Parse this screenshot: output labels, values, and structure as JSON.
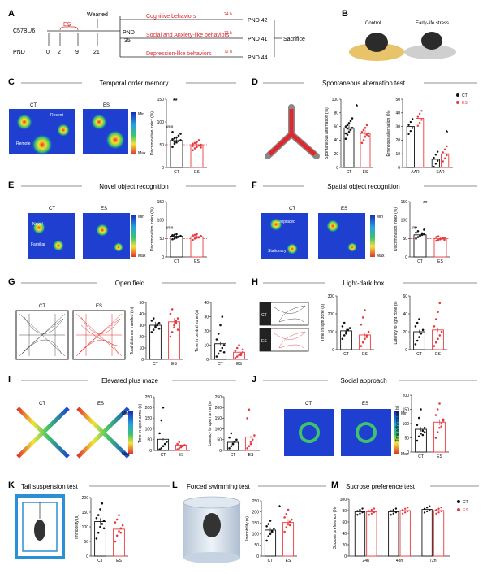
{
  "panels": {
    "A": {
      "letter": "A",
      "strain": "C57BL/6",
      "pnd": "PND",
      "es": "ES",
      "weaned": "Weaned",
      "pnd35": "PND",
      "pnd35b": "35",
      "ticks": [
        "0",
        "2",
        "9",
        "21"
      ],
      "branches": [
        {
          "label": "Cognitive behaviors",
          "delay": "24 h",
          "end": "PND 42"
        },
        {
          "label": "Social and Anxiety-like behaviors",
          "delay": "72 h",
          "end": "PND 41"
        },
        {
          "label": "Depression-like behaviors",
          "delay": "72 h",
          "end": "PND 44"
        }
      ],
      "sacrifice": "Sacrifice"
    },
    "B": {
      "letter": "B",
      "control": "Control",
      "stress": "Early-life stress"
    },
    "C": {
      "letter": "C",
      "title": "Temporal order memory",
      "ct": "CT",
      "es": "ES",
      "recent": "Recent",
      "remote": "Remote",
      "min": "Min",
      "max": "Max",
      "sig": "**",
      "hash": "###",
      "ylabel": "Discrimination index (%)",
      "yticks": [
        "0",
        "50",
        "100",
        "150"
      ]
    },
    "D": {
      "letter": "D",
      "title": "Spontaneous alternation test",
      "sig1": "*",
      "sig2": "*",
      "ylabel1": "Spontaneous alternation (%)",
      "ylabel2": "Erroneous alternation (%)",
      "yticks1": [
        "0",
        "20",
        "40",
        "60",
        "80",
        "100"
      ],
      "yticks2": [
        "0",
        "10",
        "20",
        "30",
        "40",
        "50"
      ],
      "aar": "AAR",
      "sar": "SAR",
      "legend_ct": "CT",
      "legend_es": "ES"
    },
    "E": {
      "letter": "E",
      "title": "Novel object recognition",
      "novel": "Novel",
      "familiar": "Familiar",
      "hash": "###",
      "ylabel": "Discrimination index (%)",
      "yticks": [
        "0",
        "50",
        "100",
        "150"
      ]
    },
    "F": {
      "letter": "F",
      "title": "Spatial object recognition",
      "displaced": "Displaced",
      "stationary": "Stationary",
      "hash": "##",
      "sig": "**",
      "ylabel": "Discrimination index (%)",
      "yticks": [
        "0",
        "50",
        "100",
        "150"
      ]
    },
    "G": {
      "letter": "G",
      "title": "Open field",
      "ylabel1": "Total distance traveled (m)",
      "ylabel2": "Time in central zone (s)",
      "yticks1": [
        "0",
        "10",
        "20",
        "30",
        "40",
        "50"
      ],
      "yticks2": [
        "0",
        "10",
        "20",
        "30",
        "40"
      ]
    },
    "H": {
      "letter": "H",
      "title": "Light-dark box",
      "ylabel1": "Time in light zone (s)",
      "ylabel2": "Latency to light zone (s)",
      "yticks1": [
        "0",
        "100",
        "200",
        "300"
      ],
      "yticks2": [
        "0",
        "20",
        "40",
        "60"
      ]
    },
    "I": {
      "letter": "I",
      "title": "Elevated plus maze",
      "ylabel1": "Time in open arms (s)",
      "ylabel2": "Latency to open arms (s)",
      "yticks1": [
        "0",
        "50",
        "100",
        "150",
        "200",
        "250"
      ],
      "yticks2": [
        "0",
        "50",
        "100",
        "150",
        "200",
        "250"
      ]
    },
    "J": {
      "letter": "J",
      "title": "Social approach",
      "ylabel": "Time with mouse (s)",
      "yticks": [
        "0",
        "50",
        "100",
        "150",
        "200"
      ]
    },
    "K": {
      "letter": "K",
      "title": "Tail suspension test",
      "ylabel": "Immobility (s)",
      "yticks": [
        "0",
        "50",
        "100",
        "150",
        "200"
      ]
    },
    "L": {
      "letter": "L",
      "title": "Forced swimming test",
      "sig": "*",
      "ylabel": "Immobility (s)",
      "yticks": [
        "0",
        "50",
        "100",
        "150",
        "200",
        "250"
      ]
    },
    "M": {
      "letter": "M",
      "title": "Sucrose preference test",
      "ylabel": "Sucrose preference (%)",
      "yticks": [
        "0",
        "20",
        "40",
        "60",
        "80",
        "100"
      ],
      "groups": [
        "24h",
        "48h",
        "72h"
      ],
      "legend_ct": "CT",
      "legend_es": "ES"
    }
  },
  "colors": {
    "ct": "#111111",
    "es": "#e8393f",
    "accent_red": "#d9262b"
  },
  "chart_data": [
    {
      "panel": "C",
      "type": "bar",
      "categories": [
        "CT",
        "ES"
      ],
      "values": [
        59,
        50
      ],
      "ylim": [
        0,
        150
      ],
      "ylabel": "Discrimination index (%)",
      "chance_line": 50,
      "points": [
        [
          45,
          52,
          55,
          58,
          60,
          62,
          64,
          66,
          70,
          74,
          78,
          56
        ],
        [
          38,
          42,
          45,
          48,
          50,
          52,
          54,
          56,
          60,
          44,
          47
        ]
      ]
    },
    {
      "panel": "D1",
      "type": "bar",
      "categories": [
        "CT",
        "ES"
      ],
      "values": [
        58,
        50
      ],
      "ylim": [
        0,
        100
      ],
      "ylabel": "Spontaneous alternation (%)",
      "points": [
        [
          42,
          48,
          52,
          55,
          58,
          60,
          62,
          65,
          68,
          72,
          50,
          57
        ],
        [
          36,
          40,
          45,
          48,
          50,
          52,
          55,
          58,
          62,
          46
        ]
      ]
    },
    {
      "panel": "D2",
      "type": "bar",
      "categories": [
        "AAR",
        "SAR"
      ],
      "series": [
        {
          "name": "CT",
          "values": [
            30,
            6
          ]
        },
        {
          "name": "ES",
          "values": [
            36,
            10
          ]
        }
      ],
      "ylim": [
        0,
        50
      ],
      "ylabel": "Erroneous alternation (%)"
    },
    {
      "panel": "E",
      "type": "bar",
      "categories": [
        "CT",
        "ES"
      ],
      "values": [
        56,
        55
      ],
      "ylim": [
        0,
        150
      ],
      "ylabel": "Discrimination index (%)",
      "chance_line": 50,
      "points": [
        [
          48,
          50,
          52,
          55,
          57,
          58,
          60,
          62,
          54,
          56,
          59
        ],
        [
          46,
          50,
          52,
          54,
          56,
          58,
          60,
          62,
          53,
          57
        ]
      ]
    },
    {
      "panel": "F",
      "type": "bar",
      "categories": [
        "CT",
        "ES"
      ],
      "values": [
        60,
        50
      ],
      "ylim": [
        0,
        150
      ],
      "ylabel": "Discrimination index (%)",
      "chance_line": 50,
      "points": [
        [
          50,
          54,
          58,
          60,
          62,
          66,
          70,
          56,
          64,
          74,
          80
        ],
        [
          44,
          46,
          48,
          50,
          52,
          54,
          56,
          49,
          51,
          47
        ]
      ]
    },
    {
      "panel": "G1",
      "type": "bar",
      "categories": [
        "CT",
        "ES"
      ],
      "values": [
        30,
        33
      ],
      "ylim": [
        0,
        50
      ],
      "ylabel": "Total distance traveled (m)",
      "points": [
        [
          24,
          26,
          28,
          30,
          32,
          34,
          36,
          29,
          31,
          27
        ],
        [
          20,
          24,
          28,
          32,
          36,
          40,
          44,
          30,
          34,
          26
        ]
      ]
    },
    {
      "panel": "G2",
      "type": "bar",
      "categories": [
        "CT",
        "ES"
      ],
      "values": [
        11,
        5
      ],
      "ylim": [
        0,
        40
      ],
      "ylabel": "Time in central zone (s)",
      "points": [
        [
          2,
          4,
          6,
          8,
          10,
          14,
          18,
          24,
          30,
          5
        ],
        [
          1,
          2,
          3,
          4,
          5,
          6,
          8,
          10,
          3,
          7
        ]
      ]
    },
    {
      "panel": "H1",
      "type": "bar",
      "categories": [
        "CT",
        "ES"
      ],
      "values": [
        105,
        82
      ],
      "ylim": [
        0,
        300
      ],
      "ylabel": "Time in light zone (s)",
      "points": [
        [
          60,
          80,
          100,
          110,
          120,
          130,
          150,
          90
        ],
        [
          20,
          40,
          60,
          80,
          100,
          140,
          180,
          220,
          70
        ]
      ]
    },
    {
      "panel": "H2",
      "type": "bar",
      "categories": [
        "CT",
        "ES"
      ],
      "values": [
        20,
        22
      ],
      "ylim": [
        0,
        60
      ],
      "ylabel": "Latency to light zone (s)",
      "points": [
        [
          6,
          10,
          14,
          18,
          22,
          26,
          30,
          34
        ],
        [
          4,
          8,
          12,
          16,
          20,
          26,
          34,
          42,
          52
        ]
      ]
    },
    {
      "panel": "I1",
      "type": "bar",
      "categories": [
        "CT",
        "ES"
      ],
      "values": [
        52,
        25
      ],
      "ylim": [
        0,
        250
      ],
      "ylabel": "Time in open arms (s)",
      "points": [
        [
          5,
          10,
          20,
          30,
          40,
          80,
          140,
          200
        ],
        [
          5,
          10,
          15,
          20,
          25,
          30,
          40,
          20
        ]
      ]
    },
    {
      "panel": "I2",
      "type": "bar",
      "categories": [
        "CT",
        "ES"
      ],
      "values": [
        38,
        62
      ],
      "ylim": [
        0,
        250
      ],
      "ylabel": "Latency to open arms (s)",
      "points": [
        [
          10,
          20,
          30,
          40,
          50,
          60,
          80,
          30
        ],
        [
          10,
          20,
          30,
          50,
          70,
          150,
          190,
          40
        ]
      ]
    },
    {
      "panel": "J",
      "type": "bar",
      "categories": [
        "CT",
        "ES"
      ],
      "values": [
        80,
        105
      ],
      "ylim": [
        0,
        200
      ],
      "ylabel": "Time with mouse (s)",
      "points": [
        [
          40,
          55,
          65,
          75,
          85,
          95,
          120,
          150,
          60,
          70
        ],
        [
          50,
          70,
          85,
          100,
          115,
          130,
          150,
          170,
          90,
          110
        ]
      ]
    },
    {
      "panel": "K",
      "type": "bar",
      "categories": [
        "CT",
        "ES"
      ],
      "values": [
        118,
        92
      ],
      "ylim": [
        0,
        200
      ],
      "ylabel": "Immobility (s)",
      "points": [
        [
          60,
          80,
          100,
          110,
          120,
          130,
          140,
          160,
          180,
          95
        ],
        [
          50,
          70,
          85,
          95,
          105,
          115,
          125,
          140,
          80
        ]
      ]
    },
    {
      "panel": "L",
      "type": "bar",
      "categories": [
        "CT",
        "ES"
      ],
      "values": [
        118,
        152
      ],
      "ylim": [
        0,
        250
      ],
      "ylabel": "Immobility (s)",
      "points": [
        [
          70,
          90,
          100,
          115,
          125,
          135,
          145,
          160,
          110
        ],
        [
          110,
          130,
          145,
          155,
          165,
          175,
          190,
          210,
          140
        ]
      ]
    },
    {
      "panel": "M",
      "type": "bar",
      "categories": [
        "24h",
        "48h",
        "72h"
      ],
      "series": [
        {
          "name": "CT",
          "values": [
            78,
            78,
            82
          ]
        },
        {
          "name": "ES",
          "values": [
            78,
            80,
            80
          ]
        }
      ],
      "ylim": [
        0,
        100
      ],
      "ylabel": "Sucrose preference (%)"
    }
  ]
}
